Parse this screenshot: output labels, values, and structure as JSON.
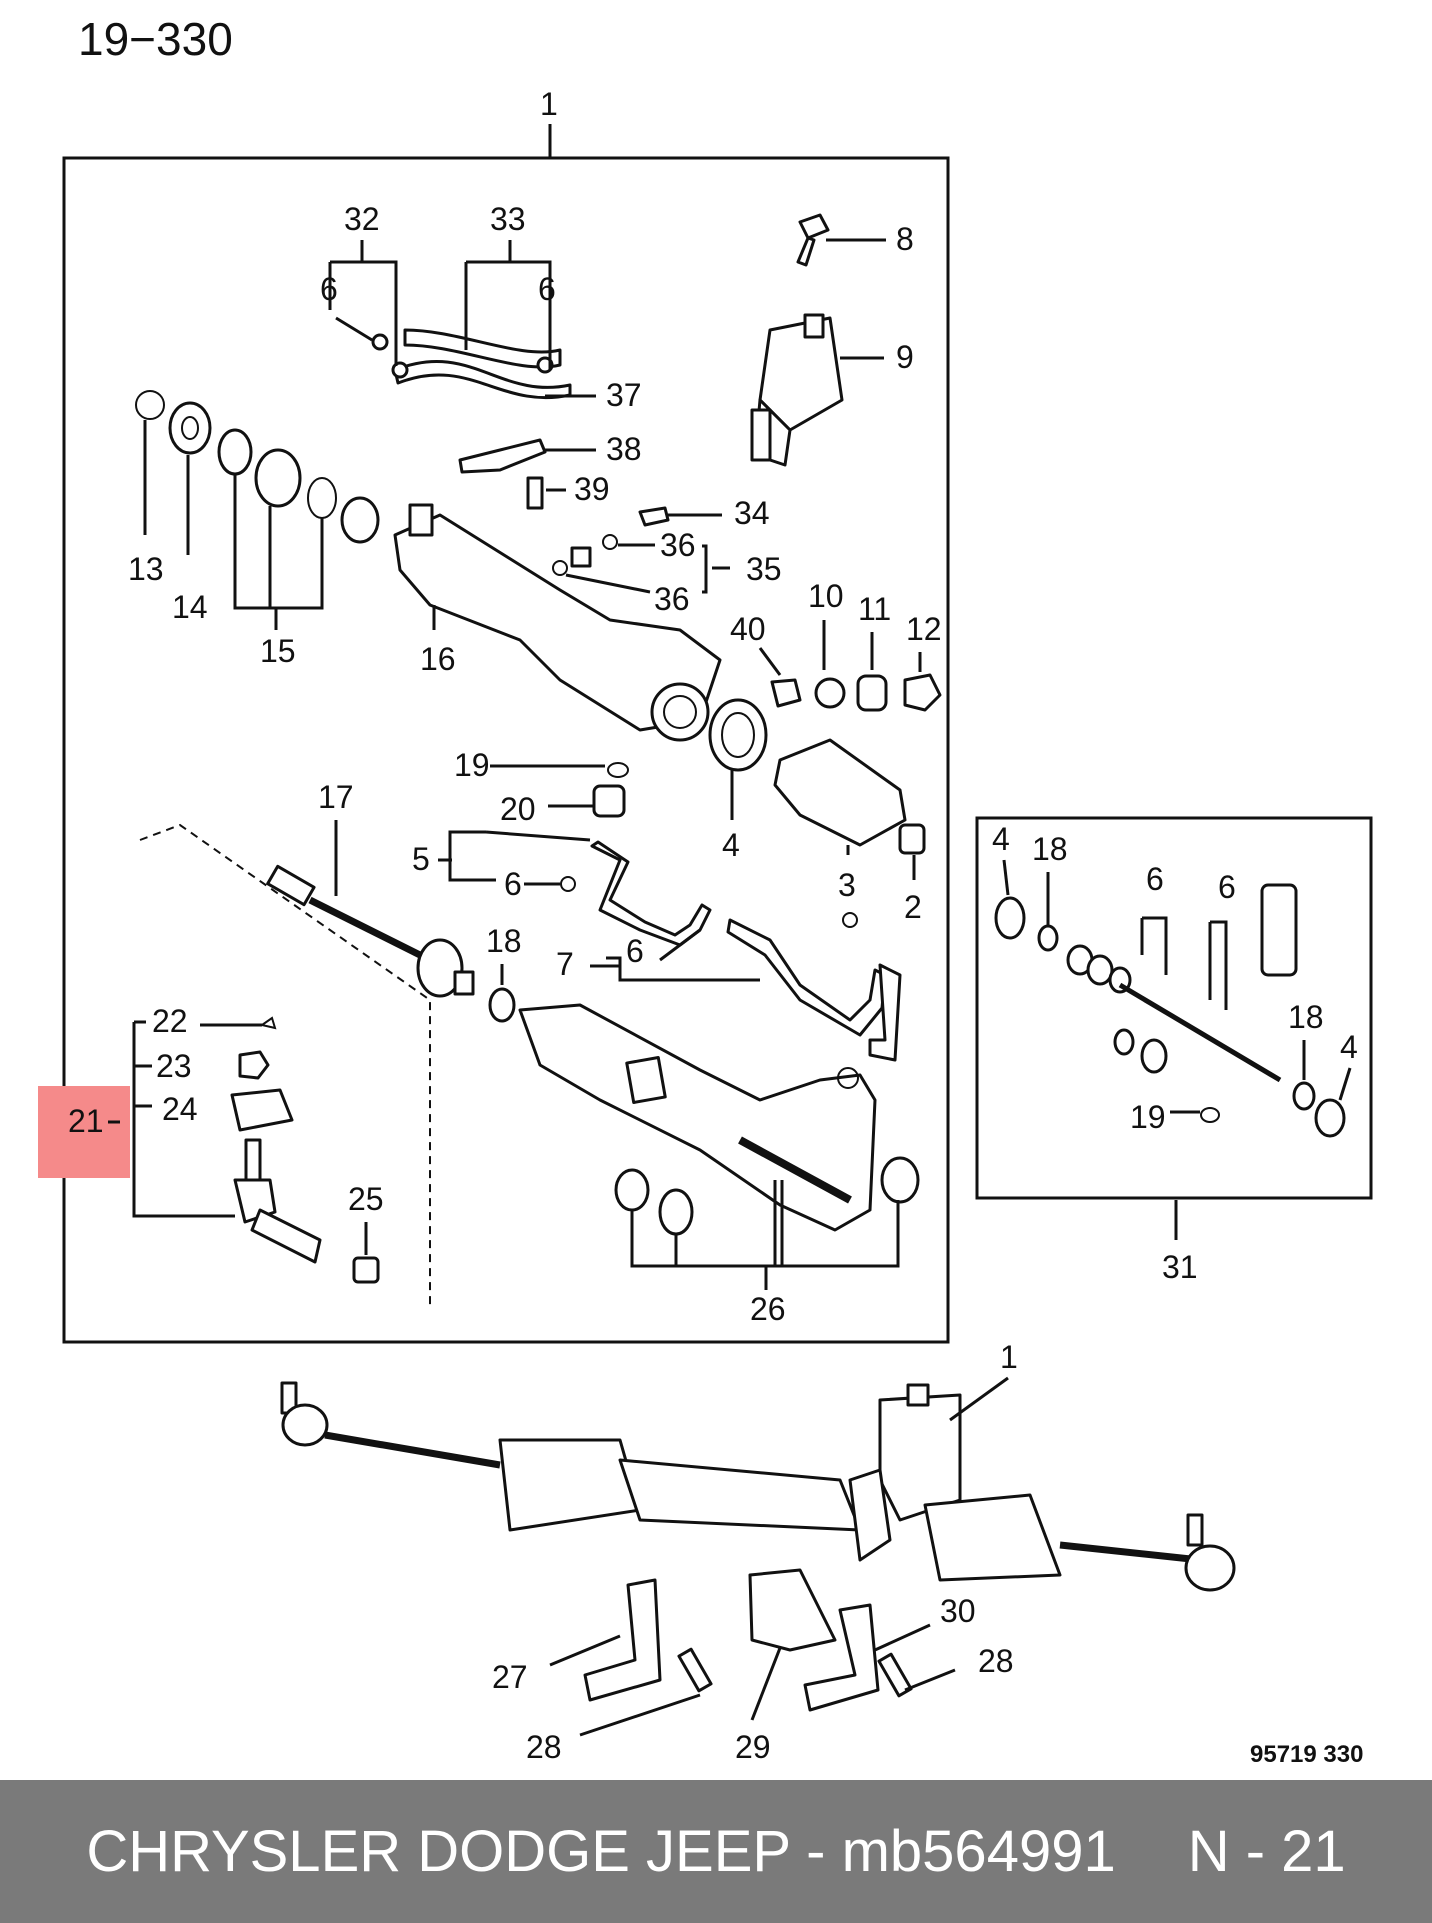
{
  "page_ref": "19−330",
  "image_code": "95719  330",
  "highlight_color": "#f58a8a",
  "footer": {
    "title": "CHRYSLER DODGE JEEP - mb564991",
    "page": "N - 21"
  },
  "callouts": {
    "c1a": "1",
    "c32": "32",
    "c33": "33",
    "c8": "8",
    "c6a": "6",
    "c6b": "6",
    "c9": "9",
    "c37": "37",
    "c38": "38",
    "c39": "39",
    "c34": "34",
    "c13": "13",
    "c14": "14",
    "c15": "15",
    "c16": "16",
    "c36a": "36",
    "c35": "35",
    "c36b": "36",
    "c40": "40",
    "c10": "10",
    "c11": "11",
    "c12": "12",
    "c19a": "19",
    "c20": "20",
    "c17": "17",
    "c5": "5",
    "c6c": "6",
    "c4a": "4",
    "c3": "3",
    "c2": "2",
    "c18a": "18",
    "c7": "7",
    "c6d": "6",
    "c22": "22",
    "c23": "23",
    "c24": "24",
    "c21": "21",
    "c25": "25",
    "c26": "26",
    "c4b": "4",
    "c18b": "18",
    "c6e": "6",
    "c6f": "6",
    "c18c": "18",
    "c4c": "4",
    "c19b": "19",
    "c31": "31",
    "c1b": "1",
    "c30": "30",
    "c28a": "28",
    "c27": "27",
    "c28b": "28",
    "c29": "29"
  }
}
